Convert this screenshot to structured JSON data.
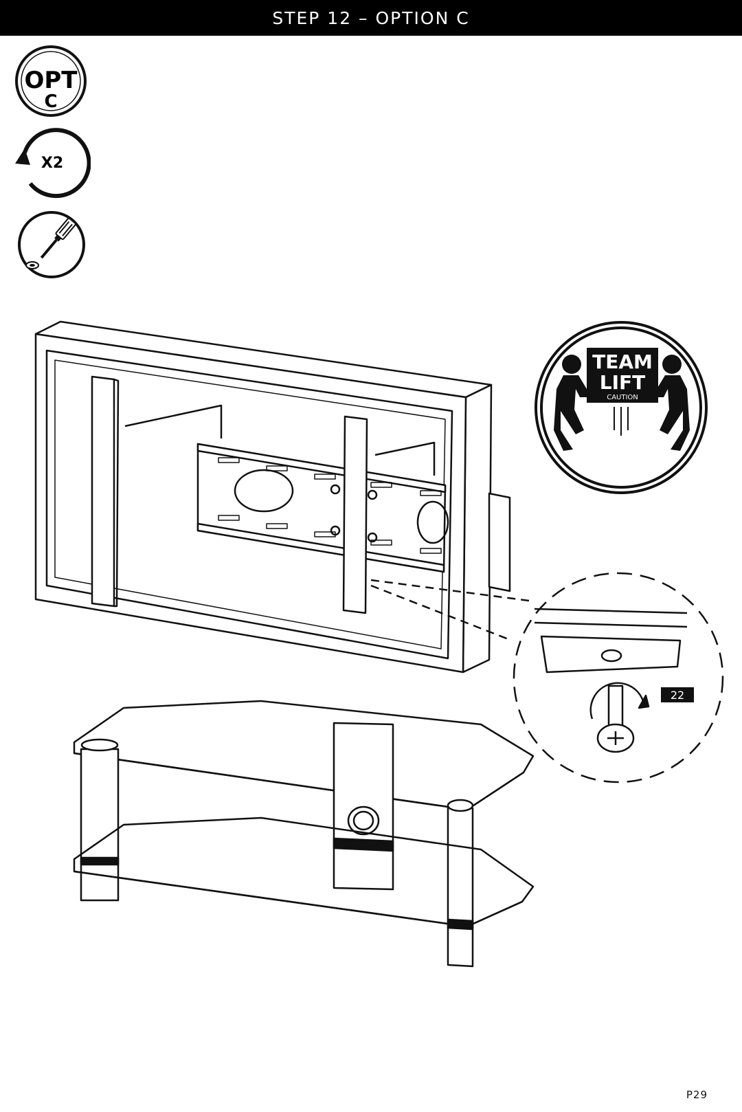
{
  "header": {
    "title": "STEP 12 – OPTION C"
  },
  "icons": {
    "option": {
      "main": "OPT",
      "sub": "C",
      "icon": "option-icon"
    },
    "repeat": {
      "label": "X2",
      "icon": "repeat-arrow-icon"
    },
    "tool": {
      "icon": "screwdriver-icon"
    },
    "team_lift": {
      "line1": "TEAM",
      "line2": "LIFT",
      "line3": "CAUTION",
      "icon": "team-lift-icon"
    }
  },
  "callout": {
    "part_number": "22"
  },
  "footer": {
    "page": "P29"
  }
}
